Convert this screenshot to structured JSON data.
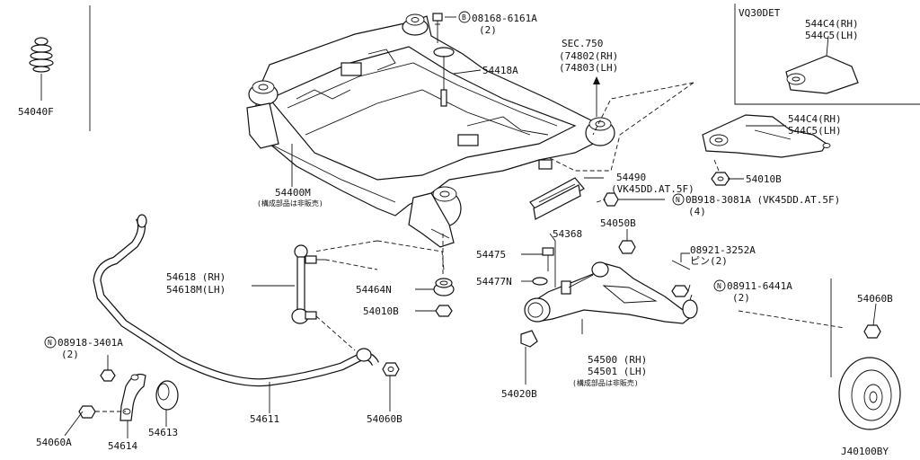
{
  "inset_variant_label": "VQ30DET",
  "parts": [
    {
      "id": "p54040F",
      "text": "54040F"
    },
    {
      "id": "p08168",
      "prefix": "B",
      "text": "08168-6161A"
    },
    {
      "id": "p08168q",
      "text": "(2)"
    },
    {
      "id": "p54418A",
      "text": "54418A"
    },
    {
      "id": "pSEC",
      "text": "SEC.750"
    },
    {
      "id": "p74802",
      "text": "(74802(RH)"
    },
    {
      "id": "p74803",
      "text": "(74803(LH)"
    },
    {
      "id": "pIns544C4",
      "text": "544C4(RH)"
    },
    {
      "id": "pIns544C5",
      "text": "544C5(LH)"
    },
    {
      "id": "p544C4",
      "text": "544C4(RH)"
    },
    {
      "id": "p544C5",
      "text": "544C5(LH)"
    },
    {
      "id": "p54010Ba",
      "text": "54010B"
    },
    {
      "id": "p54490",
      "text": "54490"
    },
    {
      "id": "p54490n",
      "text": "(VK45DD.AT.5F)"
    },
    {
      "id": "p08918a",
      "prefix": "N",
      "text": "0B918-3081A (VK45DD.AT.5F)"
    },
    {
      "id": "p08918aq",
      "text": "(4)"
    },
    {
      "id": "p54400M",
      "text": "54400M"
    },
    {
      "id": "p54400Mn",
      "text": "(構成部品は非販売)"
    },
    {
      "id": "p54050B",
      "text": "54050B"
    },
    {
      "id": "p54368",
      "text": "54368"
    },
    {
      "id": "p54475",
      "text": "54475"
    },
    {
      "id": "p08921",
      "text": "08921-3252A"
    },
    {
      "id": "p08921q",
      "text": "ピン(2)"
    },
    {
      "id": "p54618",
      "text": "54618 (RH)"
    },
    {
      "id": "p54618M",
      "text": "54618M(LH)"
    },
    {
      "id": "p54477N",
      "text": "54477N"
    },
    {
      "id": "p08911",
      "prefix": "N",
      "text": "08911-6441A"
    },
    {
      "id": "p08911q",
      "text": "(2)"
    },
    {
      "id": "p54464N",
      "text": "54464N"
    },
    {
      "id": "p54060Br",
      "text": "54060B"
    },
    {
      "id": "p54010Bb",
      "text": "54010B"
    },
    {
      "id": "p08918b",
      "prefix": "N",
      "text": "08918-3401A"
    },
    {
      "id": "p08918bq",
      "text": "(2)"
    },
    {
      "id": "p54500",
      "text": "54500 (RH)"
    },
    {
      "id": "p54501",
      "text": "54501 (LH)"
    },
    {
      "id": "p54501n",
      "text": "(構成部品は非販売)"
    },
    {
      "id": "p54020B",
      "text": "54020B"
    },
    {
      "id": "p54613",
      "text": "54613"
    },
    {
      "id": "p54611",
      "text": "54611"
    },
    {
      "id": "p54060Bb",
      "text": "54060B"
    },
    {
      "id": "p54060A",
      "text": "54060A"
    },
    {
      "id": "p54614",
      "text": "54614"
    },
    {
      "id": "pRef",
      "text": "J40100BY"
    }
  ]
}
